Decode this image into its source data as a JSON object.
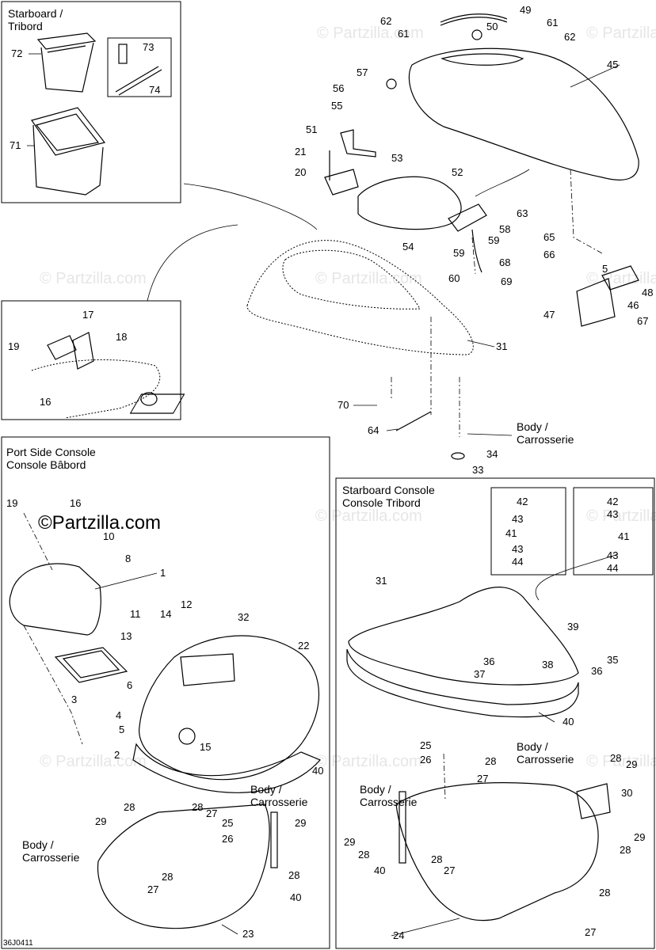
{
  "watermark": "© Partzilla.com",
  "watermark_large": "©Partzilla.com",
  "drawing_code": "36J0411",
  "sections": {
    "starboard_tribord": [
      "Starboard /",
      "Tribord"
    ],
    "port_console": [
      "Port Side Console",
      "Console Bâbord"
    ],
    "starboard_console": [
      "Starboard Console",
      "Console Tribord"
    ]
  },
  "body_labels": {
    "upper_right": [
      "Body /",
      "Carrosserie"
    ],
    "starboard_upper": [
      "Body /",
      "Carrosserie"
    ],
    "starboard_lower": [
      "Body /",
      "Carrosserie"
    ],
    "port_left": [
      "Body /",
      "Carrosserie"
    ],
    "port_right": [
      "Body /",
      "Carrosserie"
    ]
  },
  "callouts": {
    "c62a": "62",
    "c61a": "61",
    "c49": "49",
    "c50": "50",
    "c61b": "61",
    "c62b": "62",
    "c57": "57",
    "c45": "45",
    "c56": "56",
    "c55": "55",
    "c51": "51",
    "c21": "21",
    "c53": "53",
    "c20": "20",
    "c52": "52",
    "c63": "63",
    "c58": "58",
    "c65": "65",
    "c54": "54",
    "c59a": "59",
    "c59b": "59",
    "c68": "68",
    "c66": "66",
    "c5a": "5",
    "c60": "60",
    "c69": "69",
    "c48": "48",
    "c47": "47",
    "c46": "46",
    "c67": "67",
    "c31a": "31",
    "c70": "70",
    "c64": "64",
    "c34": "34",
    "c33": "33",
    "c72": "72",
    "c73": "73",
    "c74": "74",
    "c71": "71",
    "c17": "17",
    "c18": "18",
    "c19a": "19",
    "c16a": "16",
    "c19b": "19",
    "c16b": "16",
    "c10": "10",
    "c8": "8",
    "c1": "1",
    "c12": "12",
    "c11": "11",
    "c14": "14",
    "c32": "32",
    "c13": "13",
    "c22": "22",
    "c6": "6",
    "c3": "3",
    "c4": "4",
    "c5b": "5",
    "c2": "2",
    "c15": "15",
    "c40a": "40",
    "c28a": "28",
    "c29a": "29",
    "c28b": "28",
    "c27a": "27",
    "c25a": "25",
    "c26a": "26",
    "c29b": "29",
    "c28c": "28",
    "c28d": "28",
    "c27b": "27",
    "c40b": "40",
    "c23": "23",
    "c42a": "42",
    "c43a": "43",
    "c41a": "41",
    "c43b": "43",
    "c44a": "44",
    "c42b": "42",
    "c43c": "43",
    "c41b": "41",
    "c43d": "43",
    "c44b": "44",
    "c31b": "31",
    "c39": "39",
    "c35": "35",
    "c36a": "36",
    "c37": "37",
    "c38": "38",
    "c36b": "36",
    "c40c": "40",
    "c25b": "25",
    "c26b": "26",
    "c28e": "28",
    "c27c": "27",
    "c28f": "28",
    "c29c": "29",
    "c30": "30",
    "c29d": "29",
    "c28g": "28",
    "c29e": "29",
    "c28h": "28",
    "c40d": "40",
    "c28i": "28",
    "c27d": "27",
    "c28j": "28",
    "c27e": "27",
    "c24": "24"
  }
}
